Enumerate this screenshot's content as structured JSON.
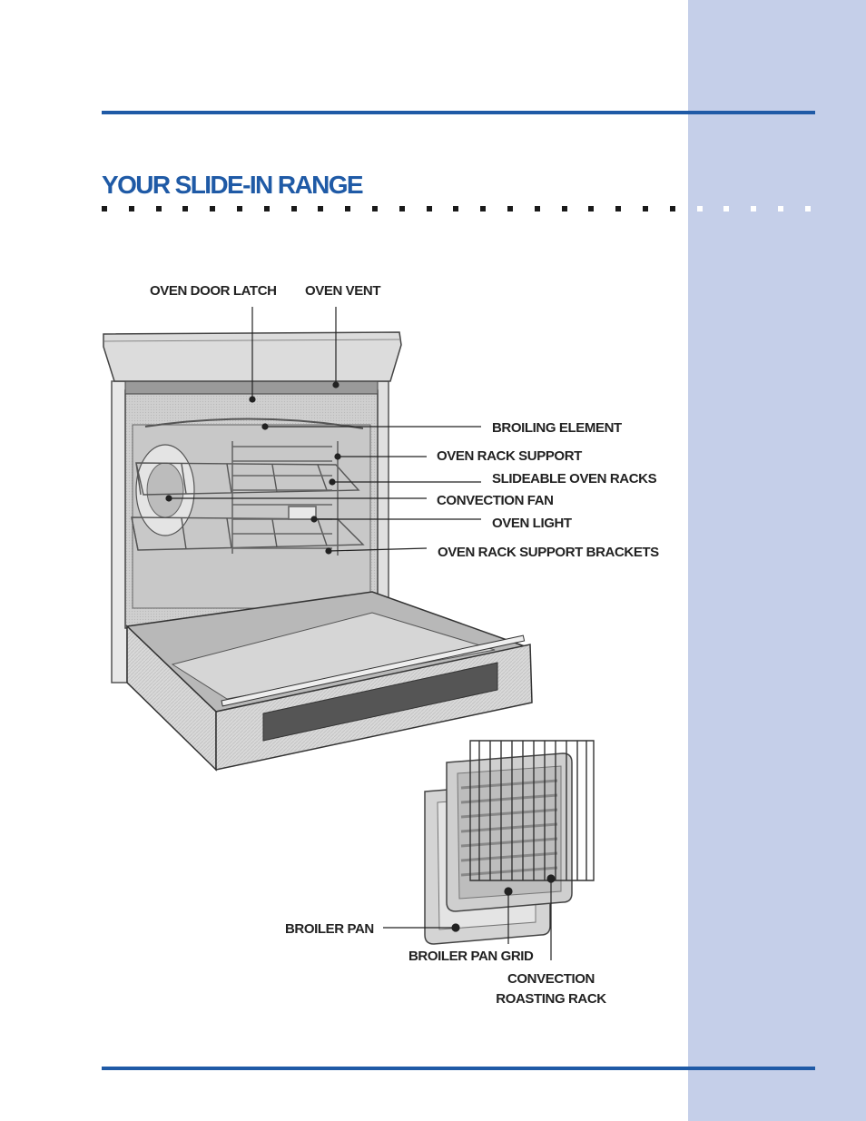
{
  "page": {
    "title": "YOUR SLIDE-IN RANGE",
    "colors": {
      "accent": "#1f5aa6",
      "side_band": "#c5cfe9",
      "label_text": "#222222"
    }
  },
  "oven_callouts": {
    "oven_door_latch": "OVEN DOOR LATCH",
    "oven_vent": "OVEN VENT",
    "broiling_element": "BROILING ELEMENT",
    "oven_rack_support": "OVEN RACK SUPPORT",
    "slideable_oven_racks": "SLIDEABLE OVEN RACKS",
    "convection_fan": "CONVECTION FAN",
    "oven_light": "OVEN LIGHT",
    "oven_rack_support_brackets": "OVEN RACK SUPPORT BRACKETS"
  },
  "accessory_callouts": {
    "broiler_pan": "BROILER PAN",
    "broiler_pan_grid": "BROILER PAN GRID",
    "convection_roasting_rack_line1": "CONVECTION",
    "convection_roasting_rack_line2": "ROASTING RACK"
  }
}
